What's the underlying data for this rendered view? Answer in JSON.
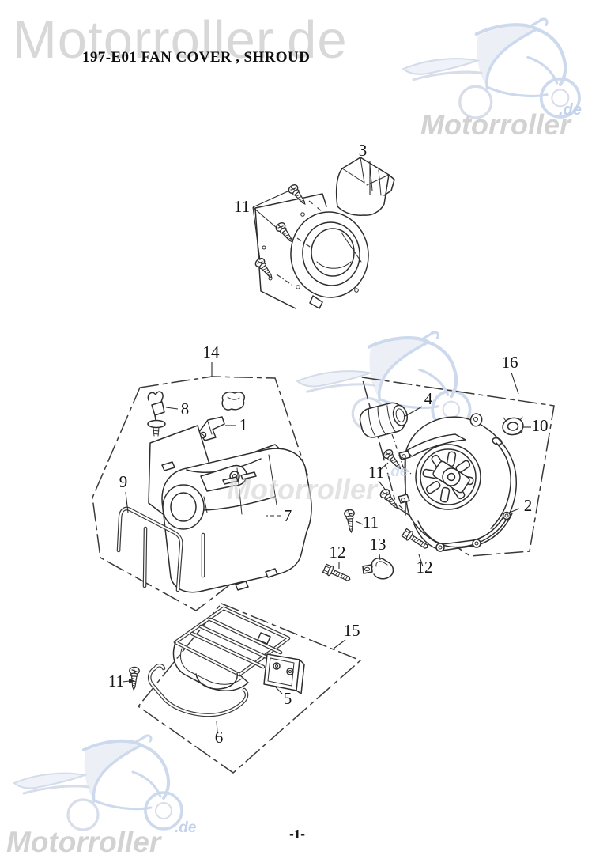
{
  "page": {
    "title": "197-E01 FAN COVER , SHROUD",
    "page_number": "-1-"
  },
  "watermarks": {
    "top_left": "Motorroller.de",
    "brand": "Motorroller",
    "domain_suffix": ".de"
  },
  "diagram": {
    "callouts": [
      {
        "text": "3"
      },
      {
        "text": "11"
      },
      {
        "text": "14"
      },
      {
        "text": "8"
      },
      {
        "text": "1"
      },
      {
        "text": "9"
      },
      {
        "text": "7"
      },
      {
        "text": "16"
      },
      {
        "text": "4"
      },
      {
        "text": "10"
      },
      {
        "text": "11"
      },
      {
        "text": "2"
      },
      {
        "text": "11"
      },
      {
        "text": "12"
      },
      {
        "text": "13"
      },
      {
        "text": "12"
      },
      {
        "text": "15"
      },
      {
        "text": "11"
      },
      {
        "text": "5"
      },
      {
        "text": "6"
      }
    ]
  }
}
